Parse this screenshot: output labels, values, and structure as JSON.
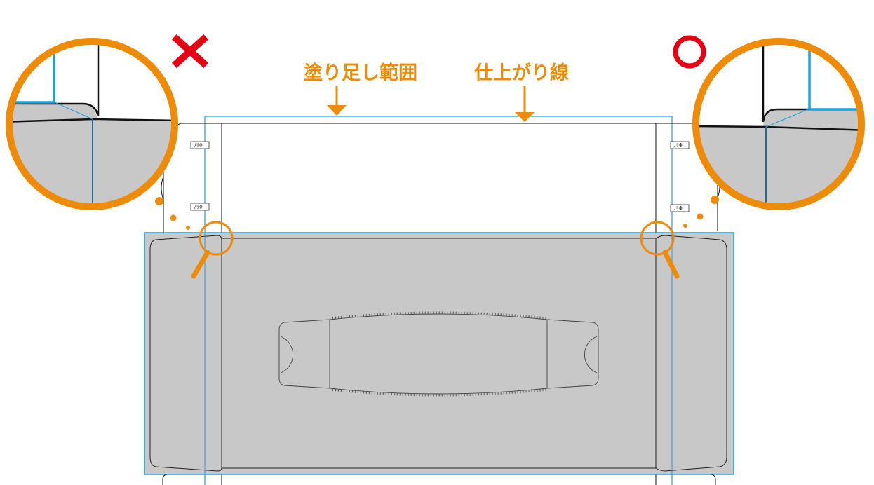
{
  "labels": {
    "bleed": "塗り足し範囲",
    "trim": "仕上がり線"
  },
  "tab_marks": {
    "left": "ﾉﾘΦ",
    "right": "ﾉﾘΦ"
  },
  "markers": {
    "wrong": {
      "icon": "cross-icon",
      "color": "#e60012"
    },
    "correct": {
      "icon": "circle-icon",
      "color": "#e60012"
    }
  },
  "colors": {
    "accent": "#ee8c0a",
    "bleed_line": "#1ea0dc",
    "fill": "#c8c8c8",
    "die_line": "#111111"
  }
}
